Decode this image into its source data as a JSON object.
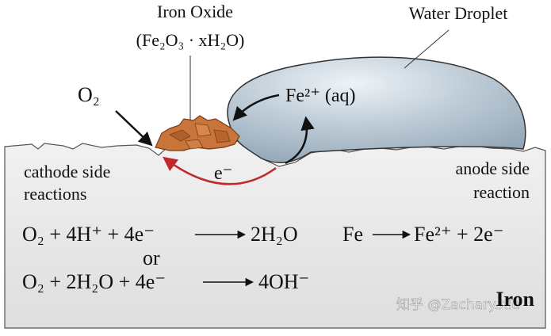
{
  "labels": {
    "iron_oxide_title": "Iron Oxide",
    "iron_oxide_formula": "(Fe₂O₃ · xH₂O)",
    "water_droplet": "Water Droplet",
    "o2": "O₂",
    "fe2_aq": "Fe²⁺ (aq)",
    "electron": "e⁻",
    "cathode_line1": "cathode side",
    "cathode_line2": "reactions",
    "anode_line1": "anode side",
    "anode_line2": "reaction",
    "iron": "Iron"
  },
  "equations": {
    "cathode_1_left": "O₂ + 4H⁺ + 4e⁻",
    "cathode_1_right": "2H₂O",
    "or": "or",
    "cathode_2_left": "O₂ + 2H₂O + 4e⁻",
    "cathode_2_right": "4OH⁻",
    "anode_left": "Fe",
    "anode_right": "Fe²⁺ + 2e⁻"
  },
  "watermark": "知乎 @Zachary.Xie",
  "colors": {
    "metal": "#e8e8e8",
    "droplet": "#aebfcd",
    "rust": "#c8743a",
    "electron_arrow": "#c0292b"
  }
}
